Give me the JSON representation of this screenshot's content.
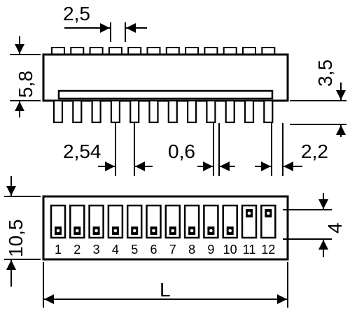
{
  "dimensions": {
    "pitch_top": "2,5",
    "height_body": "5,8",
    "height_right": "3,5",
    "pitch_mid": "2,54",
    "pin_width": "0,6",
    "pin_length": "2,2",
    "depth": "10,5",
    "switch_height": "4",
    "length": "L"
  },
  "switch_numbers": [
    "1",
    "2",
    "3",
    "4",
    "5",
    "6",
    "7",
    "8",
    "9",
    "10",
    "11",
    "12"
  ],
  "switch_on": [
    false,
    false,
    false,
    false,
    false,
    false,
    false,
    false,
    false,
    false,
    true,
    true
  ]
}
